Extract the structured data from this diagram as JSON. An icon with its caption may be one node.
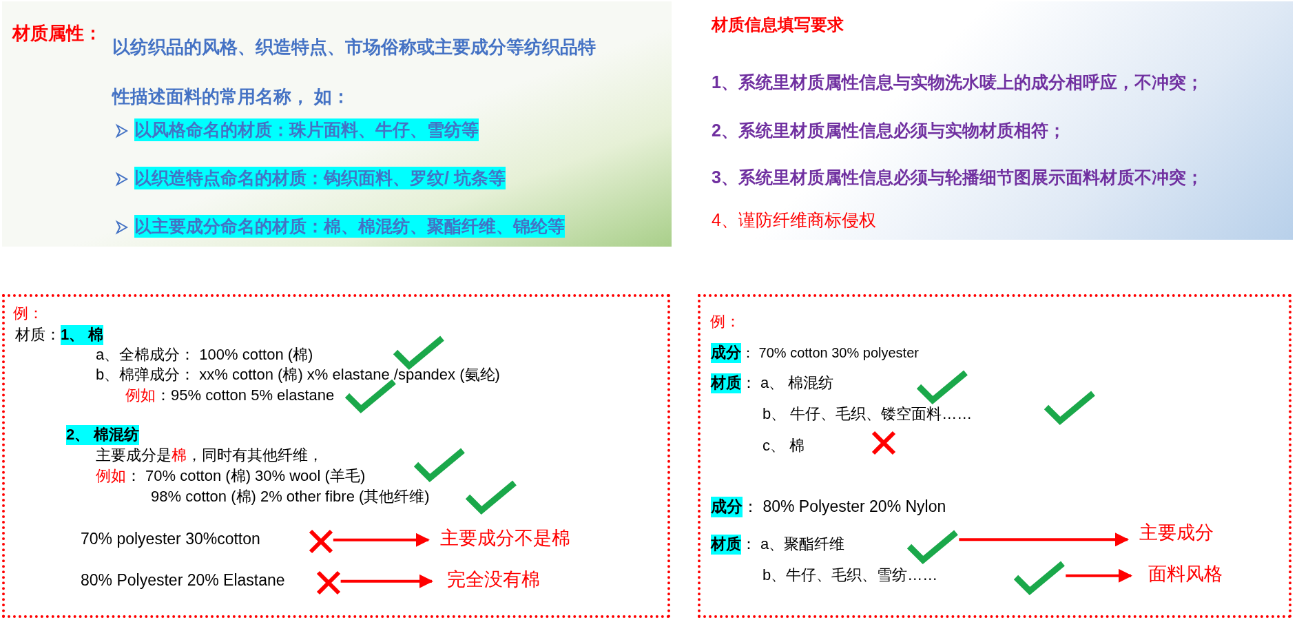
{
  "diagram": {
    "nodes": [
      {
        "text": [
          "材质属性：",
          "以纺织品的风格、织造特点、市场俗称或主要成分等纺织品特性描述面料的常用名称， 如："
        ]
      },
      {
        "text": [
          "以风格命名的材质：珠片面料、牛仔、雪纺等"
        ],
        "in": 0
      },
      {
        "text": [
          "以织造特点命名的材质：钩织面料、罗纹/ 坑条等"
        ],
        "in": 0
      },
      {
        "text": [
          "以主要成分命名的材质：棉、棉混纺、聚酯纤维、锦纶等"
        ],
        "in": 0
      },
      {
        "text": [
          "材质信息填写要求"
        ]
      },
      {
        "text": [
          "1、系统里材质属性信息与实物洗水唛上的成分相呼应，不冲突；"
        ],
        "in": 4
      },
      {
        "text": [
          "2、系统里材质属性信息必须与实物材质相符；"
        ],
        "in": 4
      },
      {
        "text": [
          "3、系统里材质属性信息必须与轮播细节图展示面料材质不冲突；"
        ],
        "in": 4
      },
      {
        "text": [
          "4、谨防纤维商标侵权"
        ],
        "in": 4
      },
      {
        "text": [
          "例："
        ]
      },
      {
        "text": [
          "材质：",
          "1、 棉"
        ],
        "in": 9
      },
      {
        "text": [
          "a、全棉成分： 100% cotton (棉)"
        ],
        "in": 9
      },
      {
        "text": [
          "b、棉弹成分： xx% cotton (棉) x% elastane /spandex (氨纶)"
        ],
        "in": 9
      },
      {
        "text": [
          "例如",
          "：95% cotton 5% elastane"
        ],
        "in": 9
      },
      {
        "text": [
          "2、 棉混纺"
        ],
        "in": 9
      },
      {
        "text": [
          "主要成分是",
          "棉",
          "，同时有其他纤维，"
        ],
        "in": 9
      },
      {
        "text": [
          "例如",
          "： 70% cotton (棉) 30% wool (羊毛)"
        ],
        "in": 9
      },
      {
        "text": [
          "98% cotton (棉) 2% other fibre (其他纤维)"
        ],
        "in": 9
      },
      {
        "text": [
          "70% polyester 30%cotton"
        ],
        "in": 9
      },
      {
        "text": [
          "主要成分不是棉"
        ],
        "in": 9
      },
      {
        "text": [
          "80% Polyester 20% Elastane"
        ],
        "in": 9
      },
      {
        "text": [
          "完全没有棉"
        ],
        "in": 9
      },
      {
        "text": [
          "例："
        ]
      },
      {
        "text": [
          "成分",
          "： 70% cotton 30% polyester"
        ],
        "in": 22
      },
      {
        "text": [
          "材质",
          "： a、 棉混纺"
        ],
        "in": 22
      },
      {
        "text": [
          "b、 牛仔、毛织、镂空面料……"
        ],
        "in": 22
      },
      {
        "text": [
          "c、 棉"
        ],
        "in": 22
      },
      {
        "text": [
          "成分",
          "： 80% Polyester 20% Nylon"
        ],
        "in": 22
      },
      {
        "text": [
          "材质",
          "： a、聚酯纤维"
        ],
        "in": 22
      },
      {
        "text": [
          "b、牛仔、毛织、雪纺……"
        ],
        "in": 22
      },
      {
        "text": [
          "主要成分"
        ],
        "in": 22
      },
      {
        "text": [
          "面料风格"
        ],
        "in": 22
      }
    ],
    "edges": [
      {
        "from": 18,
        "to": 19,
        "arrow": "to"
      },
      {
        "from": 20,
        "to": 21,
        "arrow": "to"
      },
      {
        "from": 28,
        "to": 30,
        "arrow": "to"
      },
      {
        "from": 29,
        "to": 31,
        "arrow": "to"
      }
    ]
  }
}
